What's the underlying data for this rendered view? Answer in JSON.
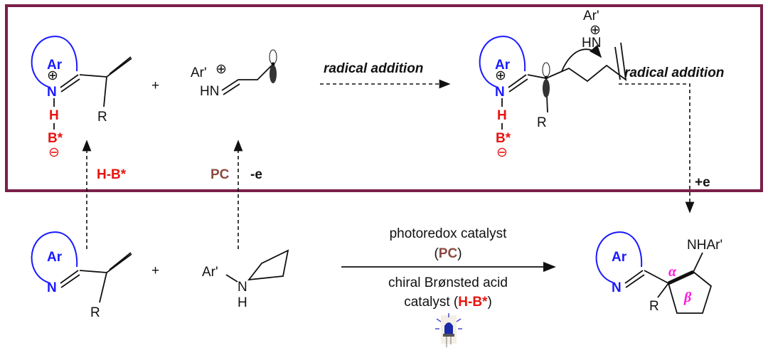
{
  "colors": {
    "frame": "#7a1f48",
    "ring": "#1a1aff",
    "acid": "#e8140f",
    "photocatalyst": "#8a4b3f",
    "stereo": "#ff14e0"
  },
  "top": {
    "pyridinium": {
      "ar": "Ar",
      "n": "N",
      "h": "H",
      "base": "B*",
      "charge_plus": "⊕",
      "charge_minus": "⊖",
      "r": "R"
    },
    "plus": "+",
    "radical_cation": {
      "ar": "Ar'",
      "charge": "⊕",
      "hn": "HN"
    },
    "step1_label": "radical addition",
    "adduct": {
      "ar": "Ar",
      "n": "N",
      "h": "H",
      "base": "B*",
      "charge_plus": "⊕",
      "charge_minus": "⊖",
      "r": "R",
      "imine_ar": "Ar'",
      "imine_charge": "⊕",
      "imine_hn": "HN"
    },
    "step2_label": "radical addition"
  },
  "transitions": {
    "acid_label": "H-B*",
    "pc_label": "PC",
    "oxidation_label": "-e",
    "reduction_label": "+e"
  },
  "bottom": {
    "vinylazaarene": {
      "ar": "Ar",
      "n": "N",
      "r": "R"
    },
    "plus": "+",
    "cyclopropylamine": {
      "ar": "Ar'",
      "n": "N",
      "h": "H"
    },
    "conditions": {
      "line1": "photoredox catalyst",
      "line2_open": "(",
      "line2_pc": "PC",
      "line2_close": ")",
      "line3": "chiral Brønsted acid",
      "line4_prefix": "catalyst (",
      "line4_acid": "H-B*",
      "line4_suffix": ")"
    },
    "product": {
      "ar": "Ar",
      "n": "N",
      "r": "R",
      "nhar": "NHAr'",
      "alpha": "α",
      "beta": "β"
    }
  }
}
